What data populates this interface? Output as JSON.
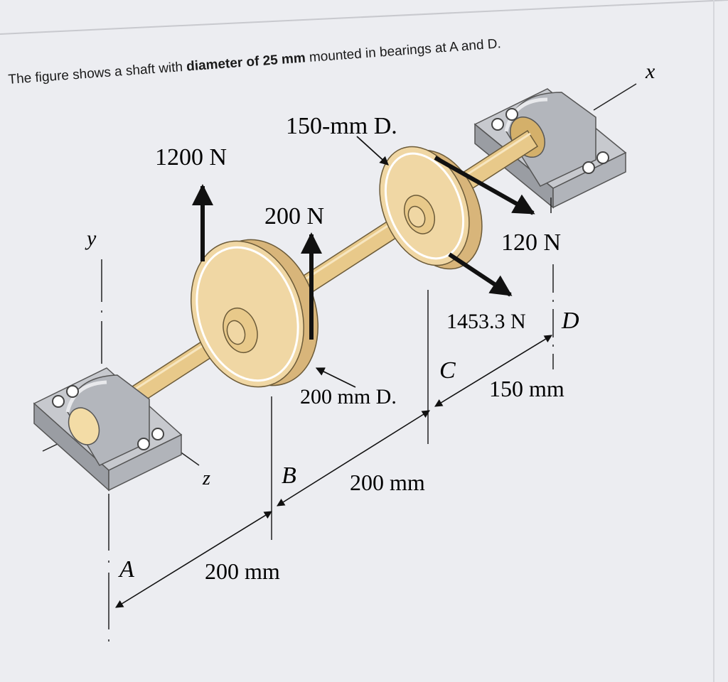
{
  "caption": {
    "part1": "The figure shows a shaft with ",
    "bold": "diameter of 25 mm",
    "part2": " mounted in bearings at A and D."
  },
  "axes": {
    "x": "x",
    "y": "y",
    "z": "z"
  },
  "labels": {
    "pulley_c_diameter": "150-mm D.",
    "pulley_b_diameter": "200 mm D.",
    "force_b_vertical": "1200 N",
    "force_b_small": "200 N",
    "force_c_small": "120 N",
    "force_c_large": "1453.3 N",
    "point_a": "A",
    "point_b": "B",
    "point_c": "C",
    "point_d": "D",
    "dim_ab": "200 mm",
    "dim_bc": "200 mm",
    "dim_cd": "150 mm"
  },
  "colors": {
    "background": "#ecedf1",
    "shaft": "#e8c98a",
    "pulley_face": "#f0d7a4",
    "pulley_rim": "#d8b57a",
    "bearing": "#b9bcc2",
    "bearing_dark": "#8e9197",
    "ink": "#111111"
  }
}
